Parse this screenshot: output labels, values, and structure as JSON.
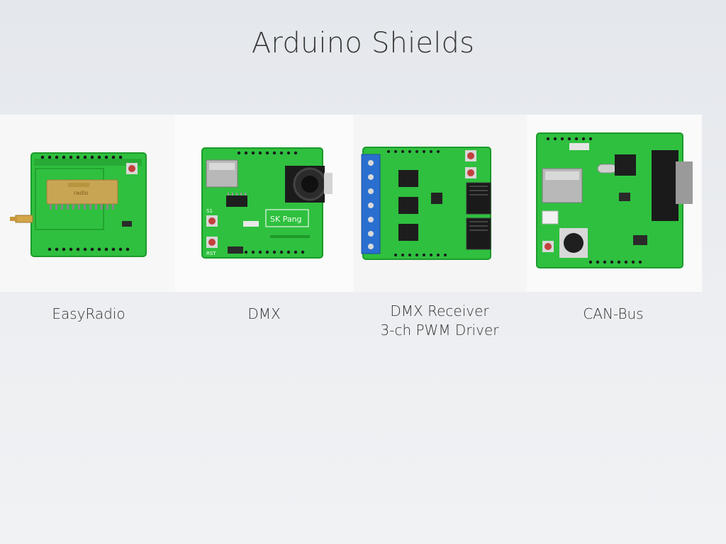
{
  "slide": {
    "title": "Arduino Shields"
  },
  "shields": [
    {
      "name": "EasyRadio",
      "board_text": "radio"
    },
    {
      "name": "DMX",
      "board_text": "SK Pang",
      "button_labels": [
        "S1",
        "RST"
      ]
    },
    {
      "name_line1": "DMX Receiver",
      "name_line2": "3-ch PWM Driver"
    },
    {
      "name": "CAN-Bus"
    }
  ],
  "colors": {
    "pcb_green": "#2fc03f",
    "pcb_edge": "#1d9a2c",
    "button_red": "#c2403d",
    "terminal_blue": "#2a6fd0",
    "module_gold": "#c8a553"
  }
}
